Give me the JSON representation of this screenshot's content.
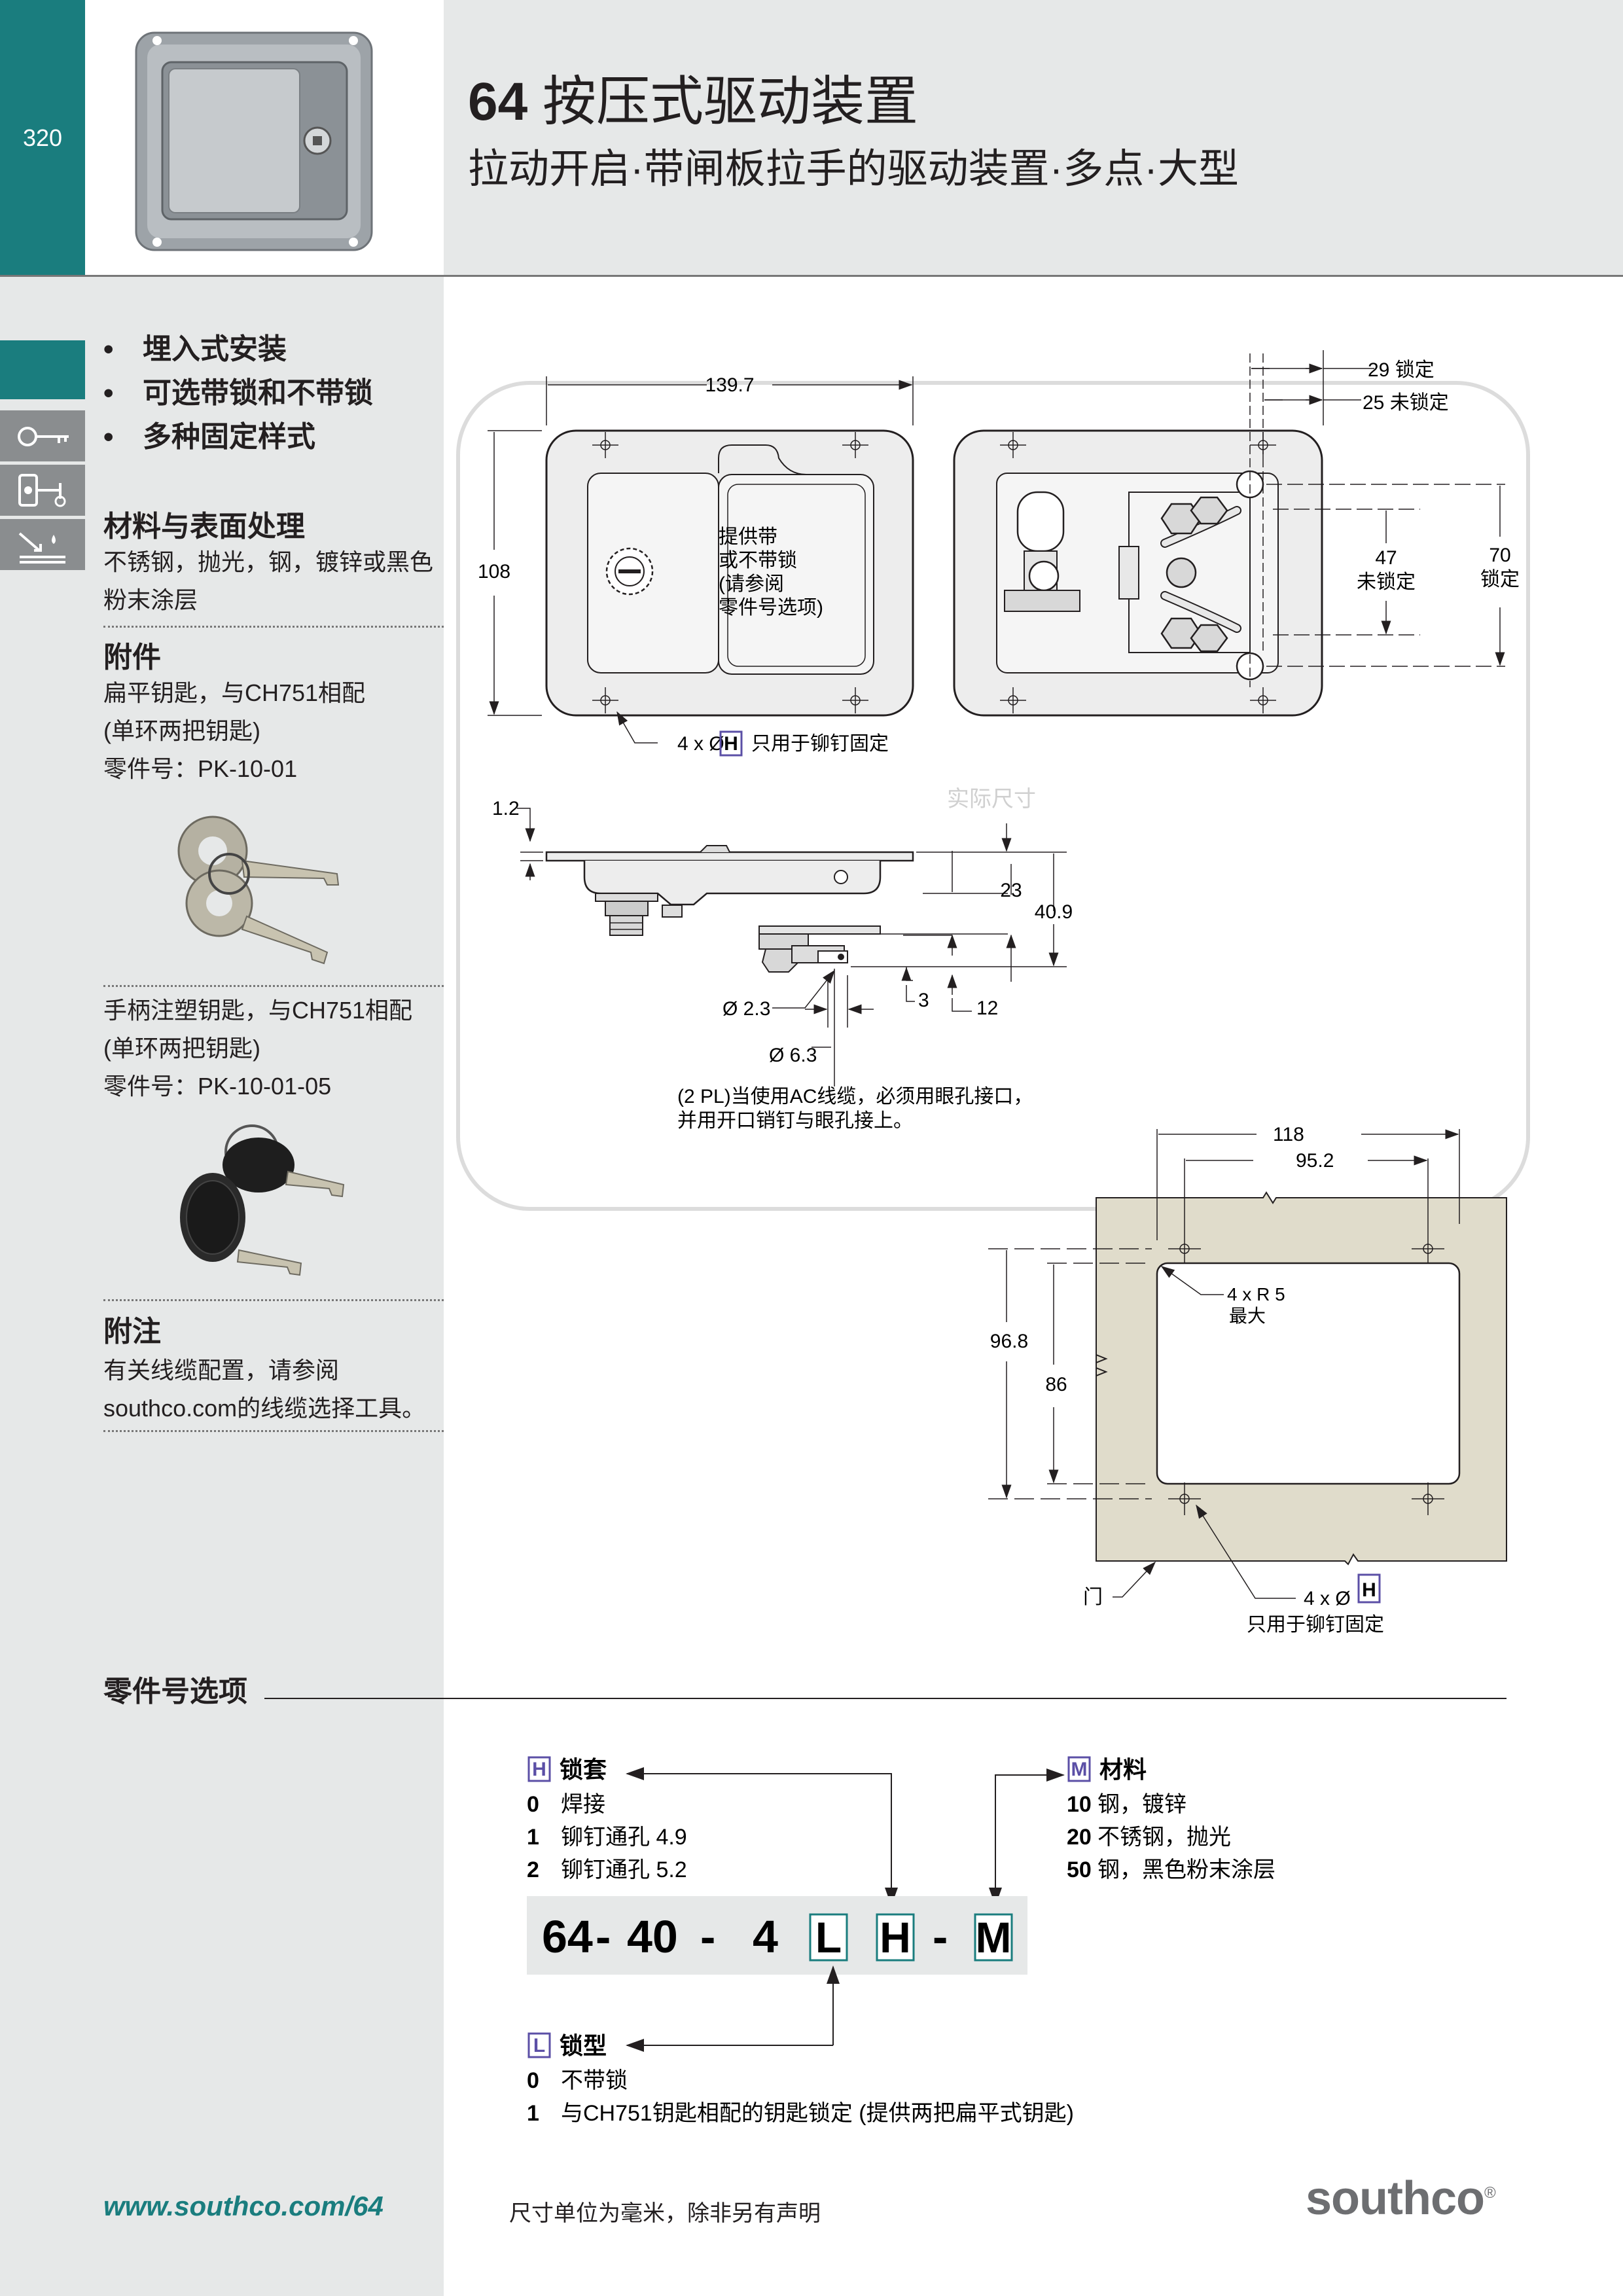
{
  "header": {
    "page_number": "320",
    "title_num": "64",
    "title_text": "按压式驱动装置",
    "subtitle": "拉动开启·带闸板拉手的驱动装置·多点·大型"
  },
  "features": [
    "埋入式安装",
    "可选带锁和不带锁",
    "多种固定样式"
  ],
  "sidebar_icons": [
    "key-icon",
    "cam-latch-icon",
    "surface-treatment-icon"
  ],
  "materials": {
    "heading": "材料与表面处理",
    "lines": [
      "不锈钢，抛光，钢，镀锌或黑色",
      "粉末涂层"
    ]
  },
  "accessories": {
    "heading": "附件",
    "item1": {
      "lines": [
        "扁平钥匙，与CH751相配",
        "(单环两把钥匙)",
        "零件号：PK-10-01"
      ]
    },
    "item2": {
      "lines": [
        "手柄注塑钥匙，与CH751相配",
        "(单环两把钥匙)",
        "零件号：PK-10-01-05"
      ]
    }
  },
  "notes": {
    "heading": "附注",
    "lines": [
      "有关线缆配置，请参阅",
      "southco.com的线缆选择工具。"
    ]
  },
  "drawing": {
    "dim_139_7": "139.7",
    "dim_108": "108",
    "key_label": [
      "提供带",
      "或不带锁",
      "(请参阅",
      "零件号选项)"
    ],
    "hole_note_prefix": "4 x Ø",
    "hole_code": "H",
    "hole_note": "只用于铆钉固定",
    "dim_29": "29 锁定",
    "dim_25": "25 未锁定",
    "dim_47": "47",
    "dim_47_label": "未锁定",
    "dim_70": "70",
    "dim_70_label": "锁定",
    "watermark": "实际尺寸",
    "dim_1_2": "1.2",
    "dim_23": "23",
    "dim_40_9": "40.9",
    "dim_d2_3": "Ø 2.3",
    "dim_3": "3",
    "dim_12": "12",
    "dim_d6_3": "Ø 6.3",
    "cable_note": [
      "(2 PL)当使用AC线缆，必须用眼孔接口，",
      "并用开口销钉与眼孔接上。"
    ],
    "dim_118": "118",
    "dim_95_2": "95.2",
    "radius_note": [
      "4 x R 5",
      "最大"
    ],
    "dim_96_8": "96.8",
    "dim_86": "86",
    "door_label": "门",
    "cutout_hole_prefix": "4 x Ø",
    "cutout_hole_code": "H",
    "cutout_hole_note": "只用于铆钉固定"
  },
  "part_options": {
    "title": "零件号选项",
    "H": {
      "code": "H",
      "name": "锁套",
      "options": [
        [
          "0",
          "焊接"
        ],
        [
          "1",
          "铆钉通孔 4.9"
        ],
        [
          "2",
          "铆钉通孔 5.2"
        ]
      ]
    },
    "M": {
      "code": "M",
      "name": "材料",
      "options": [
        [
          "10",
          "钢，镀锌"
        ],
        [
          "20",
          "不锈钢，抛光"
        ],
        [
          "50",
          "钢，黑色粉末涂层"
        ]
      ]
    },
    "L": {
      "code": "L",
      "name": "锁型",
      "options": [
        [
          "0",
          "不带锁"
        ],
        [
          "1",
          "与CH751钥匙相配的钥匙锁定 (提供两把扁平式钥匙)"
        ]
      ]
    },
    "number": {
      "p1": "64",
      "d1": "-",
      "p2": "40",
      "d2": "-",
      "p3": "4",
      "c1": "L",
      "c2": "H",
      "d3": "-",
      "c3": "M"
    }
  },
  "footer": {
    "url": "www.southco.com/64",
    "units_note": "尺寸单位为毫米，除非另有声明",
    "brand": "southco",
    "reg": "®"
  },
  "colors": {
    "teal": "#1a7d7e",
    "grey_panel": "#e6e8e8",
    "door": "#e0dccb",
    "code_box": "#5b4fa6"
  }
}
